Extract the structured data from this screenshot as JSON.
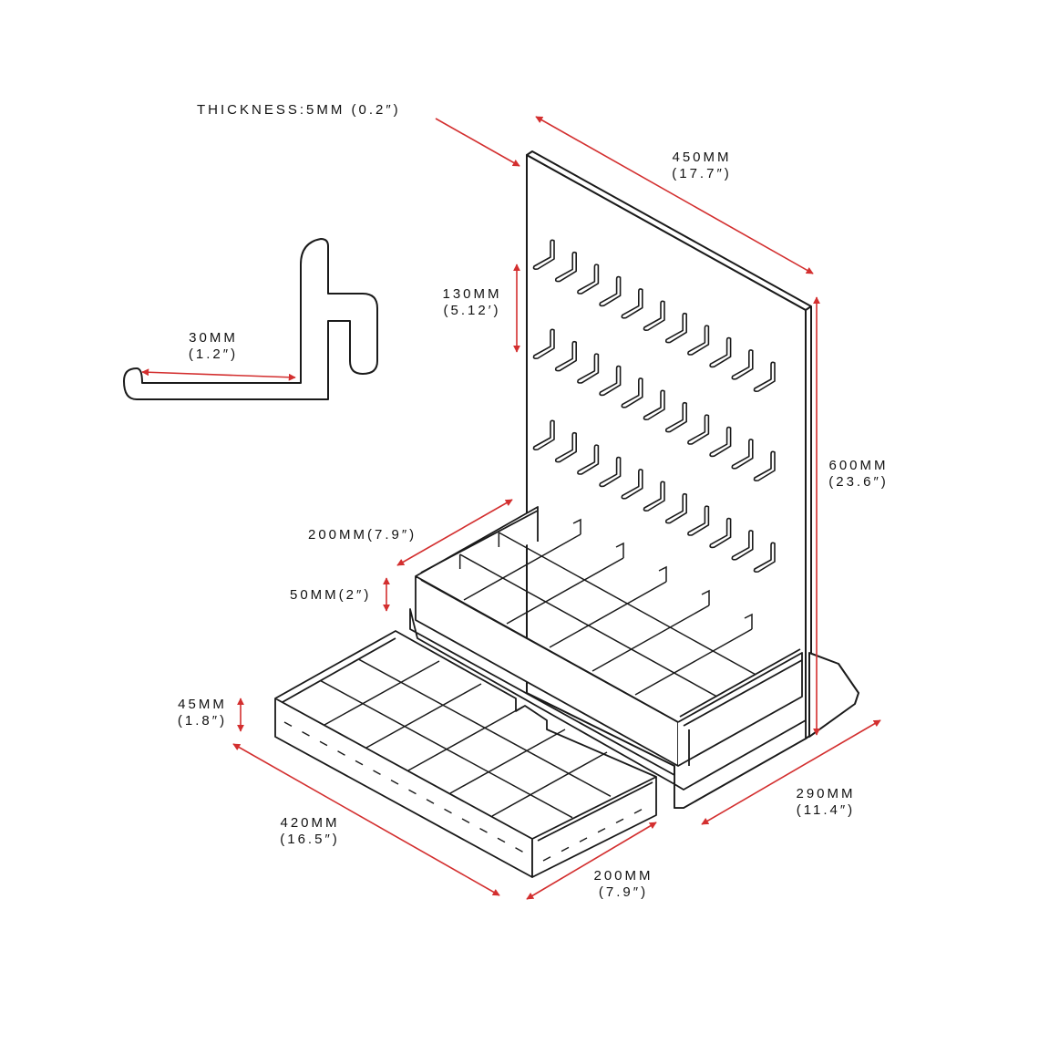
{
  "colors": {
    "line": "#1a1a1a",
    "dimension": "#d32f2f",
    "background": "#ffffff"
  },
  "dimensions": {
    "thickness": "THICKNESS:5MM (0.2″)",
    "back_width": {
      "mm": "450MM",
      "inch": "(17.7″)"
    },
    "hook_spacing": {
      "mm": "130MM",
      "inch": "(5.12′)"
    },
    "hook_length": {
      "mm": "30MM",
      "inch": "(1.2″)"
    },
    "back_height": {
      "mm": "600MM",
      "inch": "(23.6″)"
    },
    "upper_tray_depth": "200MM(7.9″)",
    "upper_tray_height": "50MM(2″)",
    "lower_tray_height": {
      "mm": "45MM",
      "inch": "(1.8″)"
    },
    "base_depth": {
      "mm": "290MM",
      "inch": "(11.4″)"
    },
    "lower_tray_length": {
      "mm": "420MM",
      "inch": "(16.5″)"
    },
    "lower_tray_depth": {
      "mm": "200MM",
      "inch": "(7.9″)"
    }
  },
  "hooks": {
    "rows": 3,
    "per_row": 11
  }
}
